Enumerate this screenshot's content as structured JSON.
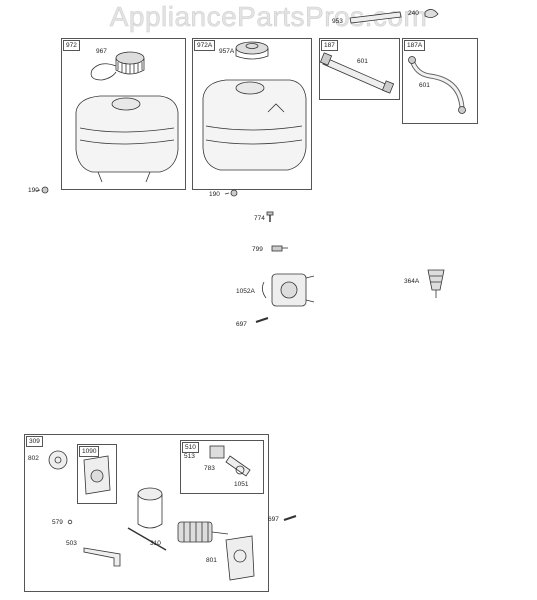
{
  "watermark": "AppliancePartsPros.com",
  "boxes": {
    "b972": "972",
    "b972A": "972A",
    "b187": "187",
    "b187A": "187A",
    "b309": "309",
    "b1090": "1090",
    "b510": "510"
  },
  "parts": {
    "p967": "967",
    "p957A": "957A",
    "p601a": "601",
    "p601b": "601",
    "p190a": "190",
    "p190b": "190",
    "p240": "240",
    "p953": "953",
    "p774": "774",
    "p799": "799",
    "p1052A": "1052A",
    "p697a": "697",
    "p364A": "364A",
    "p802": "802",
    "p513": "513",
    "p783": "783",
    "p1051": "1051",
    "p697b": "697",
    "p579": "579",
    "p503": "503",
    "p310": "310",
    "p801": "801"
  }
}
